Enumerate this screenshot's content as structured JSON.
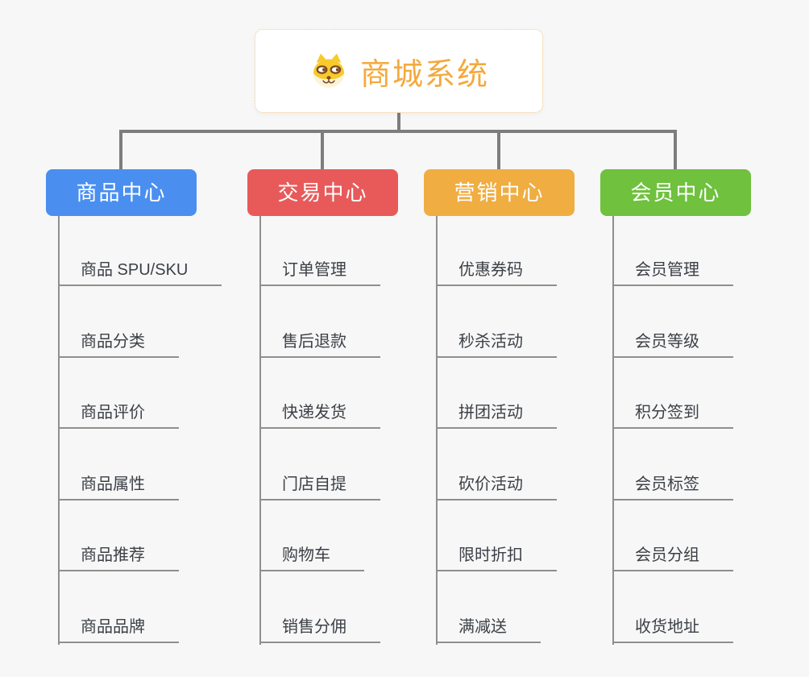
{
  "root": {
    "title": "商城系统",
    "icon": "shiba-dog-icon"
  },
  "branches": [
    {
      "id": "product-center",
      "label": "商品中心",
      "color": "#4a8ff0",
      "items": [
        "商品 SPU/SKU",
        "商品分类",
        "商品评价",
        "商品属性",
        "商品推荐",
        "商品品牌"
      ]
    },
    {
      "id": "trade-center",
      "label": "交易中心",
      "color": "#e85a5a",
      "items": [
        "订单管理",
        "售后退款",
        "快递发货",
        "门店自提",
        "购物车",
        "销售分佣"
      ]
    },
    {
      "id": "marketing-center",
      "label": "营销中心",
      "color": "#f0ad41",
      "items": [
        "优惠券码",
        "秒杀活动",
        "拼团活动",
        "砍价活动",
        "限时折扣",
        "满减送"
      ]
    },
    {
      "id": "member-center",
      "label": "会员中心",
      "color": "#6fc13e",
      "items": [
        "会员管理",
        "会员等级",
        "积分签到",
        "会员标签",
        "会员分组",
        "收货地址"
      ]
    }
  ],
  "colors": {
    "background": "#f7f7f7",
    "connector": "#7d7d7d",
    "leaf_line": "#8f8f8f",
    "leaf_text": "#3c4046",
    "root_accent": "#f4a93d",
    "root_border": "#f3c682"
  }
}
